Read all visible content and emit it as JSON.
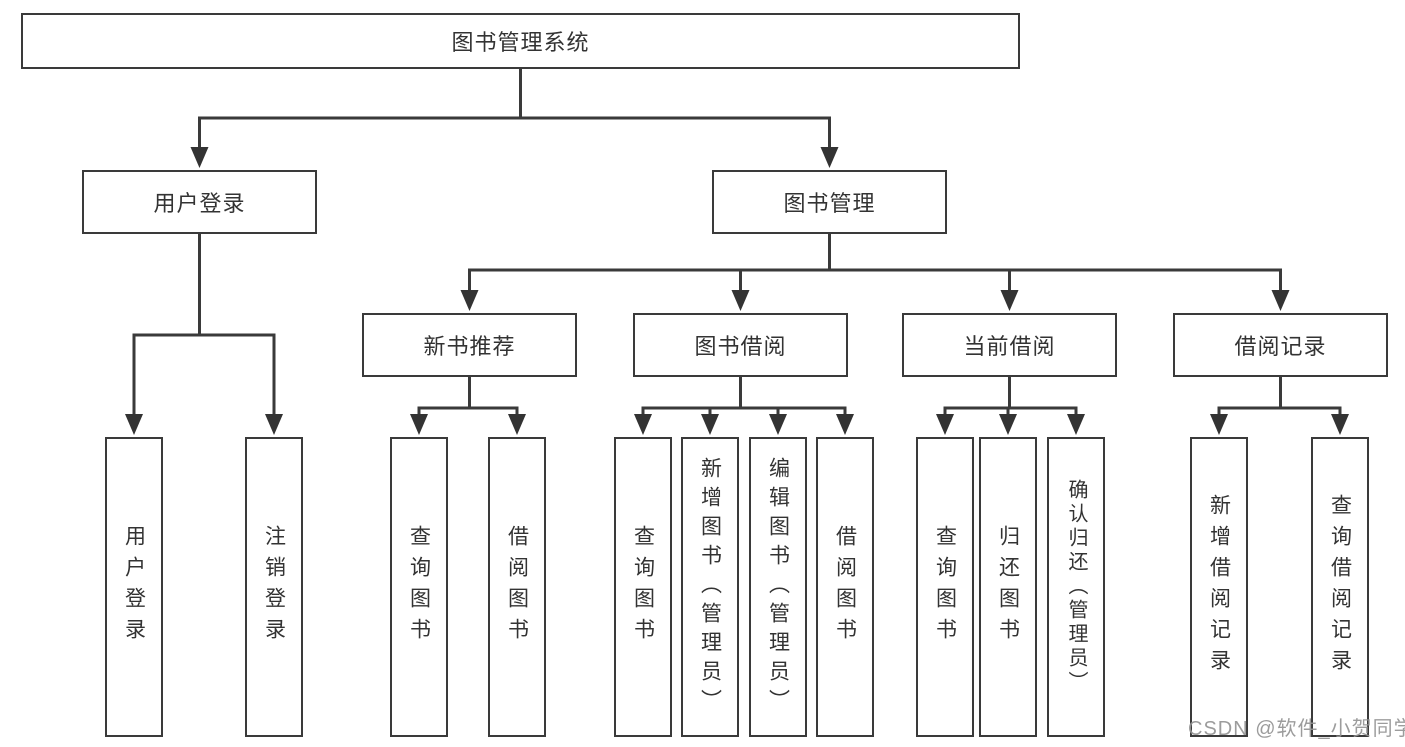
{
  "diagram": {
    "root": {
      "label": "图书管理系统"
    },
    "branches": [
      {
        "label": "用户登录",
        "children": [
          {
            "label": "用户登录"
          },
          {
            "label": "注销登录"
          }
        ]
      },
      {
        "label": "图书管理",
        "children": [
          {
            "label": "新书推荐",
            "children": [
              {
                "label": "查询图书"
              },
              {
                "label": "借阅图书"
              }
            ]
          },
          {
            "label": "图书借阅",
            "children": [
              {
                "label": "查询图书"
              },
              {
                "label": "新增图书（管理员）"
              },
              {
                "label": "编辑图书（管理员）"
              },
              {
                "label": "借阅图书"
              }
            ]
          },
          {
            "label": "当前借阅",
            "children": [
              {
                "label": "查询图书"
              },
              {
                "label": "归还图书"
              },
              {
                "label": "确认归还（管理员）"
              }
            ]
          },
          {
            "label": "借阅记录",
            "children": [
              {
                "label": "新增借阅记录"
              },
              {
                "label": "查询借阅记录"
              }
            ]
          }
        ]
      }
    ]
  },
  "watermark": {
    "text": "CSDN @软件_小贺同学"
  },
  "colors": {
    "line": "#3a3a3a",
    "box_border": "#3a3a3a",
    "text": "#333333",
    "background": "#ffffff",
    "watermark": "#949494"
  }
}
